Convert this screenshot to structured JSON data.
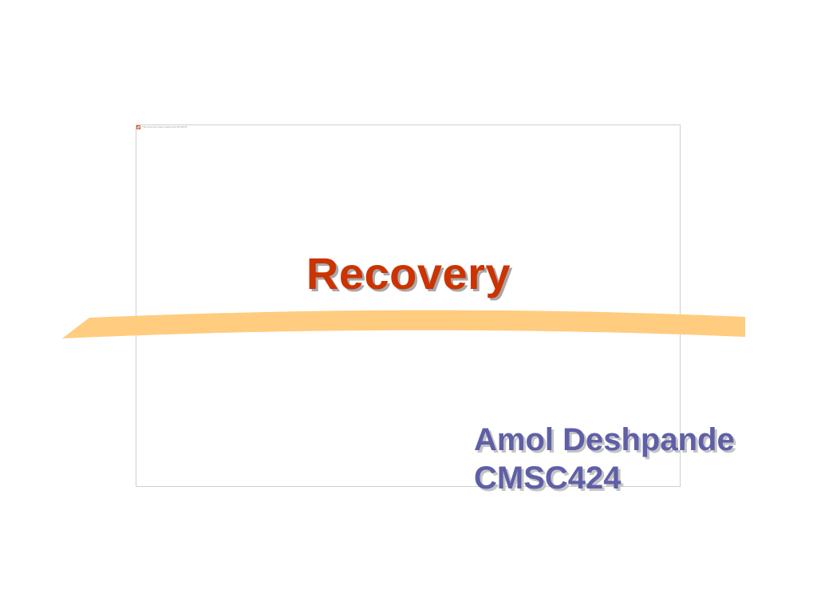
{
  "slide": {
    "title": "Recovery",
    "author": "Amol Deshpande",
    "course": "CMSC424",
    "frame_caption": "This document was created with Win2PDF"
  },
  "colors": {
    "title": "#cc3300",
    "subtitle": "#5f5fa8",
    "swoosh": "#ffcc80",
    "frame_border": "#cfcfcf"
  },
  "icons": {
    "frame_marker": "document-marker-icon"
  }
}
